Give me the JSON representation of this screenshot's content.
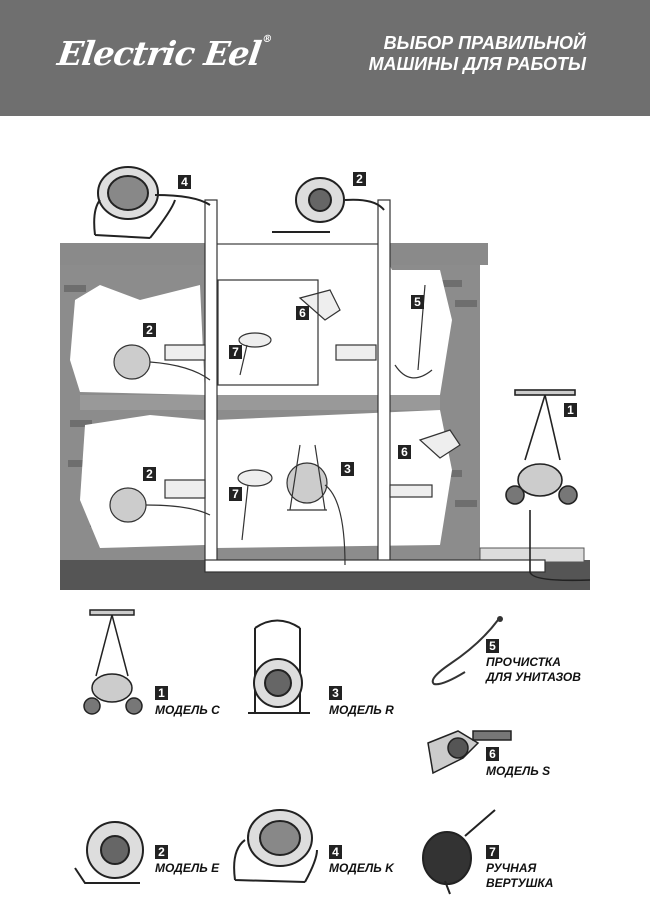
{
  "brand": {
    "logo_text": "Electric Eel",
    "logo_mark": "®"
  },
  "header": {
    "title_line1": "ВЫБОР ПРАВИЛЬНОЙ",
    "title_line2": "МАШИНЫ ДЛЯ РАБОТЫ"
  },
  "diagram_callouts": [
    "4",
    "2",
    "2",
    "7",
    "6",
    "5",
    "1",
    "2",
    "7",
    "3",
    "6"
  ],
  "legend": [
    {
      "num": "1",
      "line1": "МОДЕЛЬ C",
      "line2": ""
    },
    {
      "num": "3",
      "line1": "МОДЕЛЬ R",
      "line2": ""
    },
    {
      "num": "5",
      "line1": "ПРОЧИСТКА",
      "line2": "ДЛЯ УНИТАЗОВ"
    },
    {
      "num": "6",
      "line1": "МОДЕЛЬ S",
      "line2": ""
    },
    {
      "num": "2",
      "line1": "МОДЕЛЬ E",
      "line2": ""
    },
    {
      "num": "4",
      "line1": "МОДЕЛЬ K",
      "line2": ""
    },
    {
      "num": "7",
      "line1": "РУЧНАЯ",
      "line2": "ВЕРТУШКА"
    }
  ],
  "colors": {
    "header": "#6f6f6f",
    "wall": "#8a8a8a",
    "brick": "#6e6e6e",
    "ground": "#555555",
    "label_bg": "#222222"
  }
}
